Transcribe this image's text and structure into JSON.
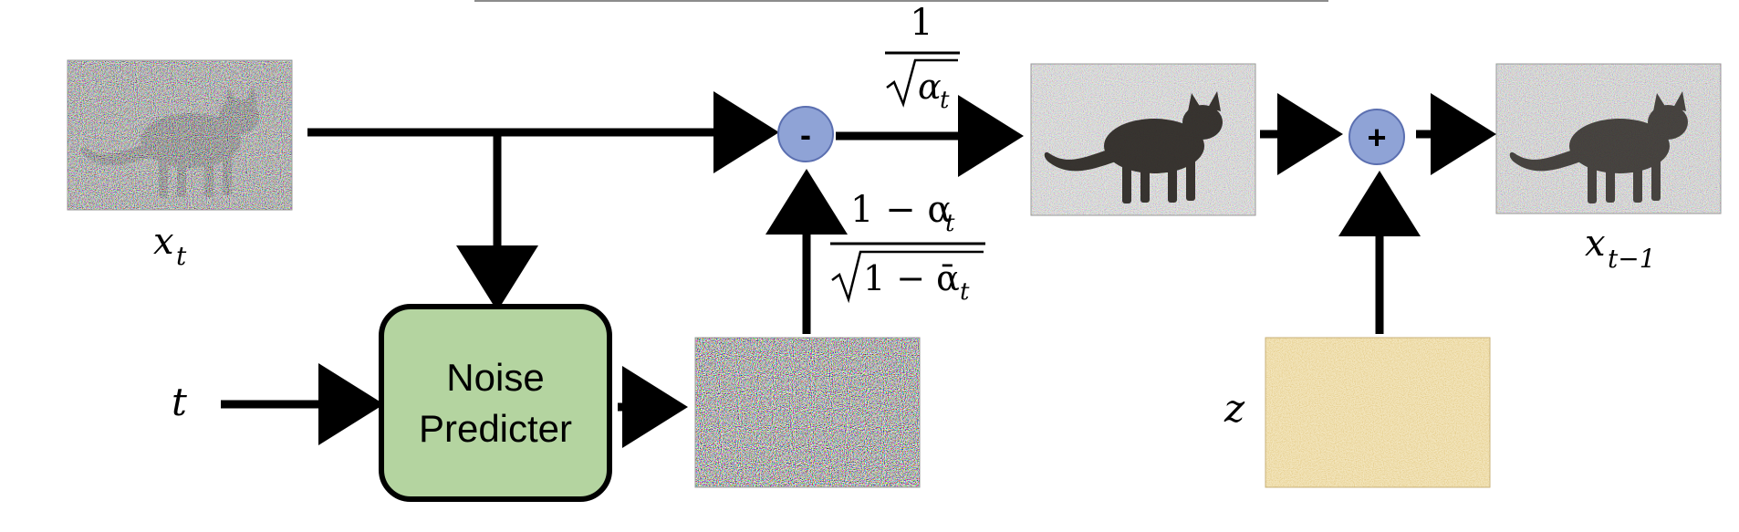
{
  "labels": {
    "xt": "x",
    "xt_sub": "t",
    "t": "t",
    "z": "z",
    "xprev": "x",
    "xprev_sub": "t−1"
  },
  "predictor": {
    "line1": "Noise",
    "line2": "Predicter"
  },
  "operators": {
    "minus": "-",
    "plus": "+"
  },
  "coef_top": {
    "numerator": "1",
    "radicand": "α",
    "radicand_sub": "t"
  },
  "coef_bottom": {
    "numerator": "1 − α",
    "numerator_sub": "t",
    "radicand": "1 − ᾱ",
    "radicand_sub": "t"
  },
  "colors": {
    "predictor_fill": "#b4d4a0",
    "predictor_stroke": "#000000",
    "operator_fill": "#8fa3d6",
    "operator_stroke": "#5b6fb0",
    "z_noise_base": "#d9b658",
    "arrow": "#000000"
  },
  "icons": {
    "noisy_cat_input": "noisy-cat-image",
    "predicted_noise": "rgb-noise-image",
    "denoised_cat": "denoised-cat-image",
    "z_noise": "gold-noise-image",
    "output_cat": "output-cat-image"
  }
}
